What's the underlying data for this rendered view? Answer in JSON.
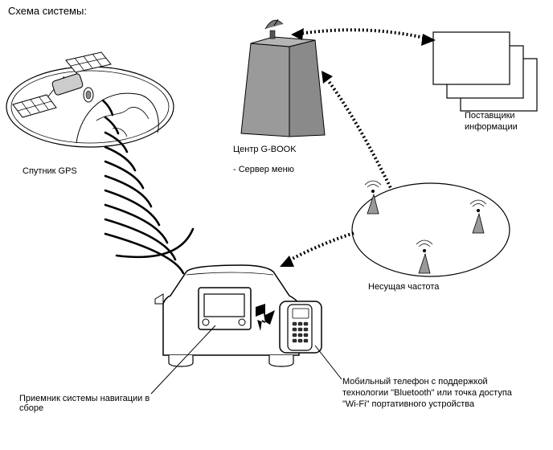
{
  "title": "Схема системы:",
  "labels": {
    "gps": "Спутник GPS",
    "center": "Центр G-BOOK",
    "menu_server": "- Сервер меню",
    "providers_line1": "Поставщики",
    "providers_line2": "информации",
    "carrier": "Несущая частота",
    "receiver_line1": "Приемник системы навигации в",
    "receiver_line2": "сборе",
    "phone_line1": "Мобильный телефон с поддержкой",
    "phone_line2": "технологии \"Bluetooth\" или точка доступа",
    "phone_line3": "\"Wi-Fi\" портативного устройства"
  }
}
